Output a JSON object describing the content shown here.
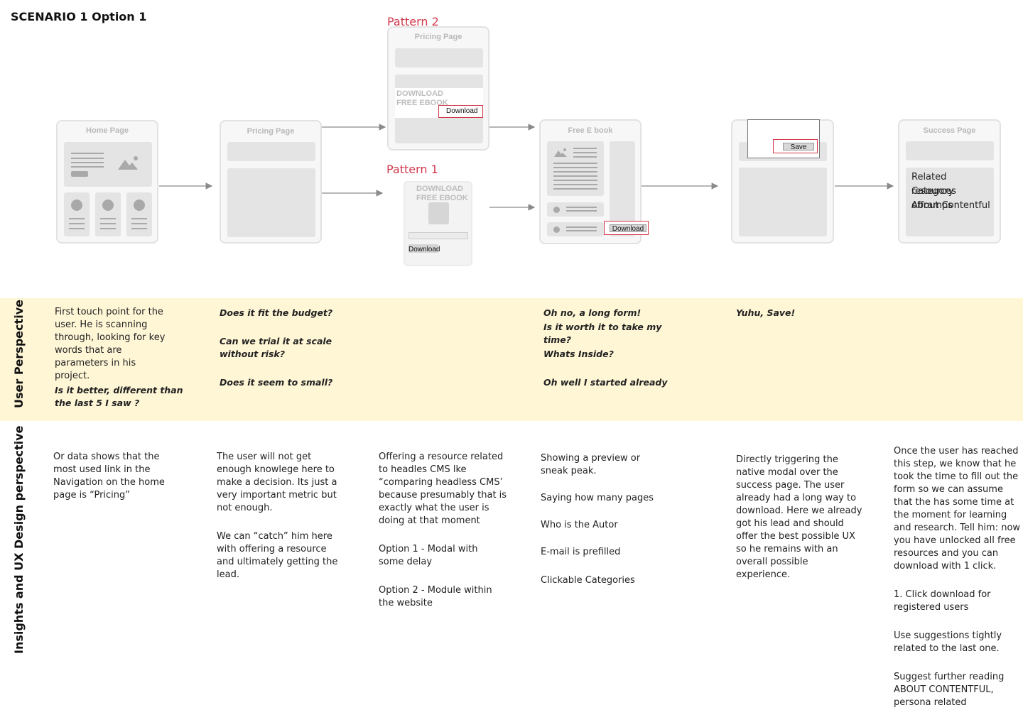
{
  "title": "SCENARIO 1 Option 1",
  "patterns": {
    "pattern2": "Pattern 2",
    "pattern1": "Pattern 1"
  },
  "frames": {
    "home": "Home Page",
    "pricing": "Pricing Page",
    "pricing_p2": "Pricing Page",
    "ebook": "Free E book",
    "success": "Success Page"
  },
  "ebook_offer": {
    "line1": "DOWNLOAD",
    "line2": "FREE EBOOK"
  },
  "buttons": {
    "download": "Download",
    "save": "Save"
  },
  "success_links": [
    "Related resources",
    "Category offramps",
    "About Contentful"
  ],
  "rows": {
    "user": "User Perspective",
    "insights": "Insights and UX Design perspective"
  },
  "user_perspective": {
    "col1_text": [
      "First touch point for the",
      "user. He is scanning",
      "through, looking for key",
      "words that are",
      "parameters in his",
      "project."
    ],
    "col1_question": [
      "Is it better, different than",
      "the last 5 I saw ?"
    ],
    "col2": [
      "Does it fit the budget?",
      "Can we trial it at scale",
      "without risk?",
      "Does it seem to small?"
    ],
    "col4": [
      "Oh no, a long form!",
      "Is it worth it to take my",
      "time?",
      "Whats Inside?",
      "Oh well I started already"
    ],
    "col5": "Yuhu, Save!"
  },
  "insights": {
    "col1": [
      "Or data shows that the",
      "most used link in the",
      "Navigation on the home",
      "page is “Pricing”"
    ],
    "col2a": [
      "The user will not get",
      "enough knowlege here to",
      "make a decision. Its just a",
      "very important metric but",
      "not enough."
    ],
    "col2b": [
      "We can “catch” him here",
      "with offering a resource",
      "and ultimately getting the",
      "lead."
    ],
    "col3a": [
      "Offering a resource related",
      "to headles CMS lke",
      "“comparing headless CMS’",
      "because presumably that is",
      "exactly what the user is",
      "doing at that moment"
    ],
    "col3b": [
      "Option 1 - Modal with",
      "some delay"
    ],
    "col3c": [
      "Option 2 - Module within",
      "the website"
    ],
    "col4a": [
      "Showing a preview or",
      "sneak peak."
    ],
    "col4b": "Saying how many pages",
    "col4c": "Who is the Autor",
    "col4d": "E-mail is prefilled",
    "col4e": "Clickable Categories",
    "col5": [
      "Directly triggering the",
      "native modal over the",
      "success page. The user",
      "already had a long way to",
      "download. Here we already",
      "got his lead and should",
      "offer the best possible UX",
      "so he remains with an",
      "overall possible",
      "experience."
    ],
    "col6a": [
      "Once the user has reached",
      "this step, we know that he",
      "took the time to fill out the",
      "form so we can assume",
      "that the has some time at",
      "the moment for learning",
      "and research. Tell him: now",
      "you have unlocked all free",
      "resources and you can",
      "download with 1 click."
    ],
    "col6b": [
      "1. Click download for",
      "registered users"
    ],
    "col6c": [
      "Use suggestions tightly",
      "related to the last one."
    ],
    "col6d": [
      "Suggest further reading",
      "ABOUT CONTENTFUL,",
      "persona related"
    ]
  }
}
